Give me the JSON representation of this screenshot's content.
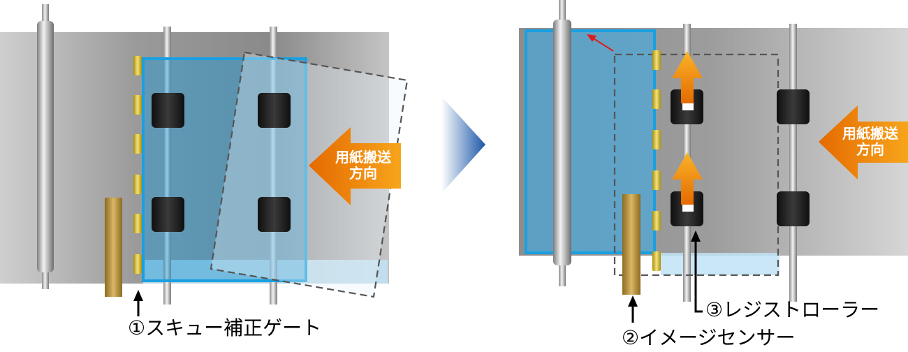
{
  "labels": {
    "gate": "①スキュー補正ゲート",
    "sensor": "②イメージセンサー",
    "roller": "③レジストローラー"
  },
  "feed_arrow": {
    "line1": "用紙搬送",
    "line2": "方向"
  },
  "colors": {
    "paper_blue": "#2aa6e0",
    "orange": "#f29100",
    "gate_gold": "#d9c23a",
    "sensor_bronze": "#b8913a",
    "roller_black": "#1f1f1f",
    "transition_arrow": "#1f5fb0"
  }
}
